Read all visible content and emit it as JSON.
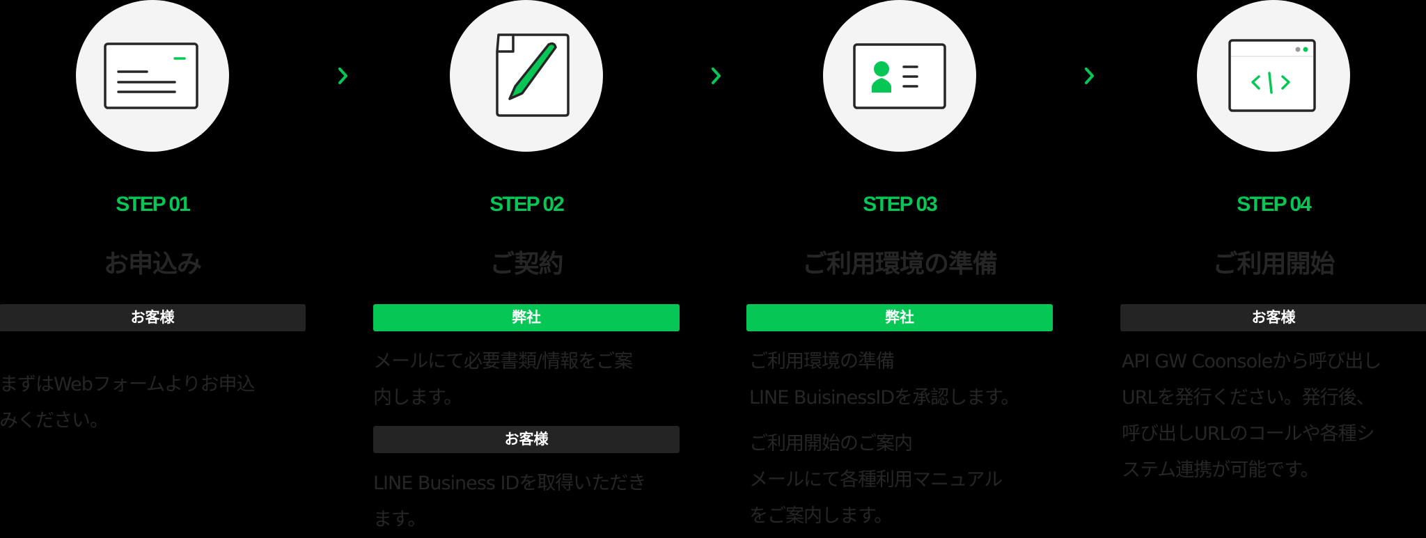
{
  "colors": {
    "background": "#000000",
    "accent_green": "#06c755",
    "circle_bg": "#f4f4f4",
    "role_customer_bg": "#242424",
    "role_company_bg": "#06c755",
    "text_dark": "#262626"
  },
  "steps": [
    {
      "label": "STEP 01",
      "icon": "application-form-icon",
      "title": "お申込み",
      "blocks": [
        {
          "role": "お客様",
          "role_type": "customer",
          "text": "まずはWebフォームよりお申込\nみください。"
        }
      ]
    },
    {
      "label": "STEP 02",
      "icon": "contract-pen-icon",
      "title": "ご契約",
      "blocks": [
        {
          "role": "弊社",
          "role_type": "company",
          "text": "メールにて必要書類/情報をご案\n内します。"
        },
        {
          "role": "お客様",
          "role_type": "customer",
          "text": "LINE  Business IDを取得いただき\nます。"
        }
      ]
    },
    {
      "label": "STEP 03",
      "icon": "id-card-icon",
      "title": "ご利用環境の準備",
      "blocks": [
        {
          "role": "弊社",
          "role_type": "company",
          "text": "ご利用環境の準備\nLINE BuisinessIDを承認します。",
          "text2": "ご利用開始のご案内\nメールにて各種利用マニュアル\nをご案内します。"
        }
      ]
    },
    {
      "label": "STEP 04",
      "icon": "browser-code-icon",
      "title": "ご利用開始",
      "blocks": [
        {
          "role": "お客様",
          "role_type": "customer",
          "text": "API  GW Coonsoleから呼び出し\nURLを発行ください。発行後、\n呼び出しURLのコールや各種シ\nステム連携が可能です。"
        }
      ]
    }
  ],
  "arrows": [
    "chevron-right-icon",
    "chevron-right-icon",
    "chevron-right-icon"
  ]
}
